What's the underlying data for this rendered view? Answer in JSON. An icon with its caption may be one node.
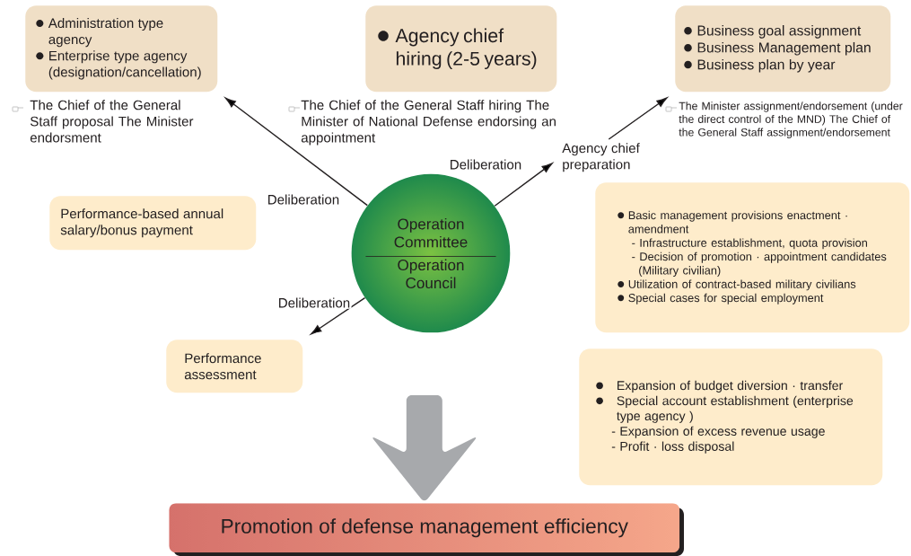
{
  "diagram": {
    "nodes": [
      {
        "text": [
          "Administration type agency",
          "Enterprise type agency (designation/cancellation)"
        ],
        "beside": [
          "The Chief of the General Staff proposal The Minister endorsment"
        ]
      },
      {
        "text": [
          "Agency chief hiring (2-5 years)"
        ],
        "beside": [
          "The Chief of the General Staff hiring The Minister of National Defense endorsing an appointment"
        ]
      },
      {
        "text": [
          "Business goal assignment",
          "Business Management plan",
          "Business plan by year"
        ],
        "beside": [
          "The Minister assignment/endorsement (under the direct control of the MND) The Chief of the General Staff assignment/endorsement"
        ]
      },
      {
        "text": [
          "Agency chief preparation"
        ]
      },
      {
        "text": [
          "Performance-based annual salary/bonus payment"
        ]
      },
      {
        "text": [
          "Operation Committee",
          "Operation Council"
        ]
      },
      {
        "text": [
          "Basic management provisions enactment · amendment",
          "- Infrastructure establishment, quota provision",
          "- Decision of promotion · appointment candidates (Military civilian)",
          "Utilization of contract-based military civilians",
          "Special cases for special employment"
        ]
      },
      {
        "text": [
          "Performance assessment"
        ]
      },
      {
        "text": [
          "Expansion of budget diversion · transfer",
          "Special account establishment (enterprise type agency )",
          "- Expansion of excess revenue usage",
          "- Profit · loss disposal"
        ]
      },
      {
        "text": [
          "Promotion of defense management efficiency"
        ]
      }
    ],
    "edges": [
      {
        "from": 5,
        "to": 0,
        "arrow": "to",
        "label": "Deliberation"
      },
      {
        "from": 5,
        "to": 3,
        "arrow": "to",
        "label": "Deliberation"
      },
      {
        "from": 3,
        "to": 2,
        "arrow": "to"
      },
      {
        "from": 5,
        "to": 7,
        "arrow": "to",
        "label": "Deliberation"
      },
      {
        "from": null,
        "to": 9,
        "arrow": "to",
        "style": "thick",
        "color": "#a7a9ac"
      }
    ]
  }
}
